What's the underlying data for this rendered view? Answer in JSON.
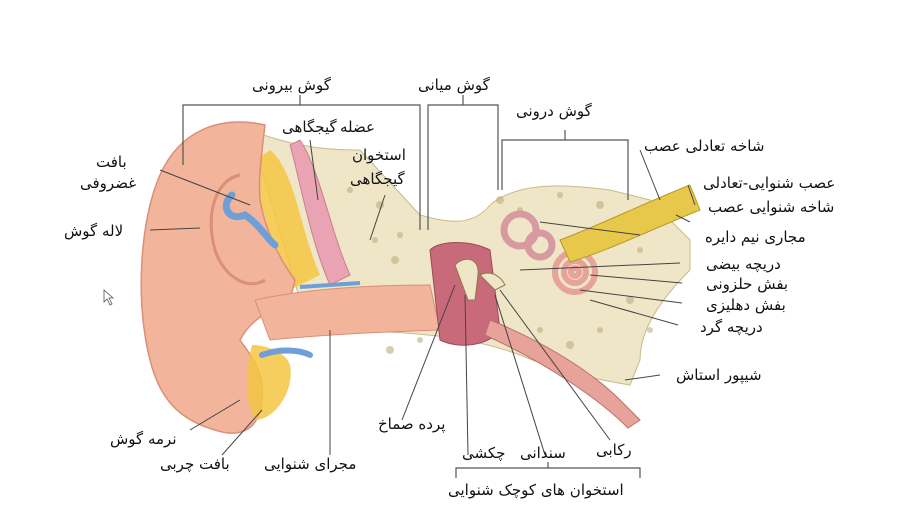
{
  "labels": {
    "outer_ear": "گوش بیرونی",
    "middle_ear": "گوش میانی",
    "inner_ear": "گوش درونی",
    "muscle_1": "عضله",
    "muscle_2": "گیجگاهی",
    "bone_1": "استخوان",
    "bone_2": "گیجگاهی",
    "cartilage_1": "بافت",
    "cartilage_2": "غضروفی",
    "pinna": "لاله گوش",
    "vestibular_branch": "شاخه تعادلی عصب",
    "vest_cochlear_nerve": "عصب شنوایی-تعادلی",
    "cochlear_branch": "شاخه شنوایی عصب",
    "semicircular_canals": "مجاری نیم دایره",
    "oval_window": "دریچه بیضی",
    "cochlea": "بفش حلزونی",
    "vestibule": "بفش دهلیزی",
    "round_window": "دریچه گرد",
    "eustachian_tube": "شیپور استاش",
    "eardrum": "پرده صماخ",
    "earlobe": "نرمه گوش",
    "fatty_tissue": "بافت چربی",
    "ear_canal": "مجرای شنوایی",
    "stapes": "رکابی",
    "incus": "سندانی",
    "malleus": "چکشی",
    "ossicles": "استخوان های کوچک شنوایی"
  },
  "colors": {
    "skin": "#f2b49b",
    "skin_shadow": "#d98f78",
    "bone": "#efe6c8",
    "fat": "#f4c542",
    "cartilage": "#6f9fd8",
    "muscle": "#e9a3b3",
    "middle_ear": "#c96a7a",
    "nerve": "#e8c84a",
    "canal_pink": "#e7a29a"
  }
}
